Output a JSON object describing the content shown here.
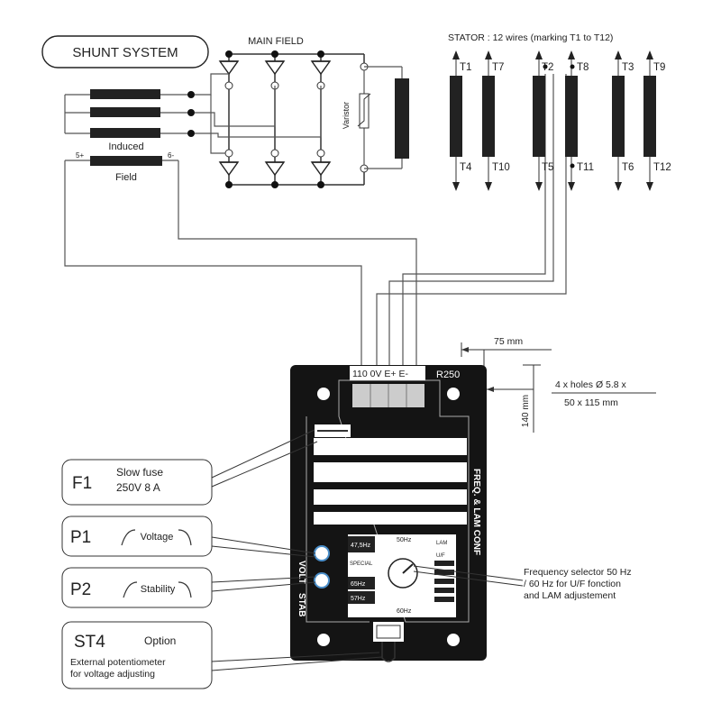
{
  "shunt_system": "SHUNT SYSTEM",
  "main_field": "MAIN FIELD",
  "varistor": "Varistor",
  "induced": "Induced",
  "field": "Field",
  "field_plus": "5+",
  "field_minus": "6-",
  "stator_title": "STATOR : 12 wires (marking T1 to T12)",
  "stator": {
    "top": [
      "T1",
      "T7",
      "T2",
      "T8",
      "T3",
      "T9"
    ],
    "bottom": [
      "T4",
      "T10",
      "T5",
      "T11",
      "T6",
      "T12"
    ]
  },
  "board": {
    "terminals": "110  0V E+  E-",
    "model": "R250",
    "side_label": "FREQ. & LAM CONF",
    "volt": "VOLT",
    "stab": "STAB",
    "sel_47": "47,5Hz",
    "sel_50": "50Hz",
    "sel_60": "60Hz",
    "sel_65": "65Hz",
    "sel_57": "57Hz",
    "sel_special": "SPECIAL",
    "sel_lam": "LAM",
    "sel_uf": "U/F"
  },
  "dims": {
    "width": "75 mm",
    "height": "140 mm",
    "holes_1": "4 x holes Ø 5.8 x",
    "holes_2": "50 x 115 mm"
  },
  "callouts": {
    "f1_id": "F1",
    "f1_text_1": "Slow fuse",
    "f1_text_2": "250V 8 A",
    "p1_id": "P1",
    "p1_text": "Voltage",
    "p2_id": "P2",
    "p2_text": "Stability",
    "st4_id": "ST4",
    "st4_option": "Option",
    "st4_text_1": "External potentiometer",
    "st4_text_2": "for voltage adjusting",
    "freq_1": "Frequency selector 50 Hz",
    "freq_2": "/ 60 Hz for U/F fonction",
    "freq_3": "and LAM adjustement"
  }
}
